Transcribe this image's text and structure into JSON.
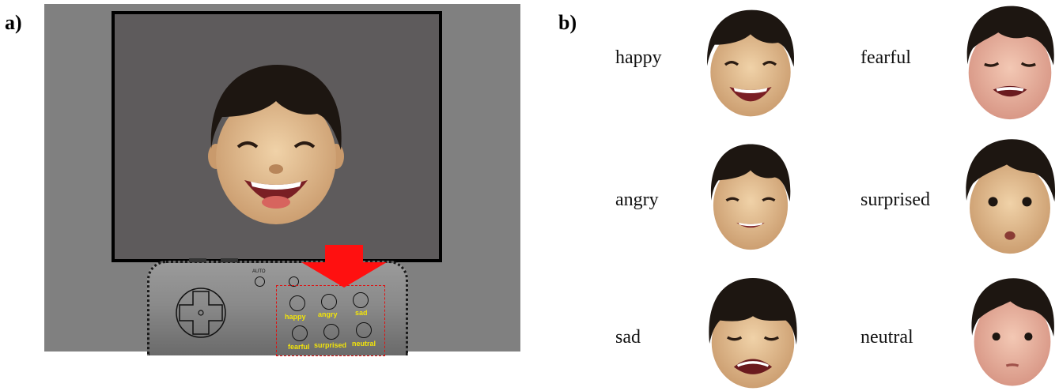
{
  "panel_a": {
    "label": "a)",
    "device": {
      "auto_label": "AUTO",
      "buttons": [
        {
          "key": "happy",
          "label": "happy"
        },
        {
          "key": "angry",
          "label": "angry"
        },
        {
          "key": "sad",
          "label": "sad"
        },
        {
          "key": "fearful",
          "label": "fearful"
        },
        {
          "key": "surprised",
          "label": "surprised"
        },
        {
          "key": "neutral",
          "label": "neutral"
        }
      ]
    },
    "colors": {
      "background": "#808080",
      "monitor": "#5e5b5c",
      "arrow": "#ff1010",
      "button_text": "#f2e40a"
    }
  },
  "panel_b": {
    "label": "b)",
    "emotions": [
      {
        "label": "happy"
      },
      {
        "label": "fearful"
      },
      {
        "label": "angry"
      },
      {
        "label": "surprised"
      },
      {
        "label": "sad"
      },
      {
        "label": "neutral"
      }
    ]
  }
}
